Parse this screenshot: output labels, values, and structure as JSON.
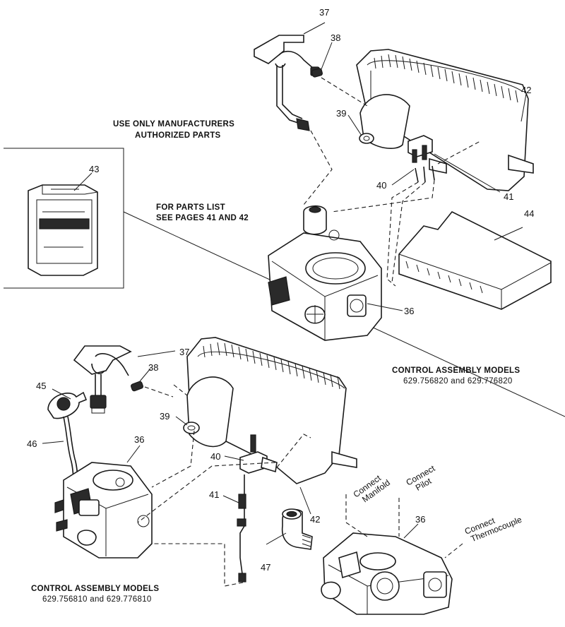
{
  "notes": {
    "authorized_line1": "USE ONLY MANUFACTURERS",
    "authorized_line2": "AUTHORIZED PARTS",
    "parts_list_line1": "FOR PARTS LIST",
    "parts_list_line2": "SEE PAGES 41 AND 42"
  },
  "assemblies": {
    "upper_title": "CONTROL ASSEMBLY MODELS",
    "upper_models": "629.756820 and 629.776820",
    "lower_title": "CONTROL ASSEMBLY MODELS",
    "lower_models": "629.756810 and 629.776810"
  },
  "connections": {
    "manifold_1": "Connect",
    "manifold_2": "Manifold",
    "pilot_1": "Connect",
    "pilot_2": "Pilot",
    "thermo_1": "Connect",
    "thermo_2": "Thermocouple"
  },
  "callouts": {
    "upper": [
      "37",
      "38",
      "39",
      "40",
      "41",
      "42",
      "43",
      "44",
      "36"
    ],
    "lower": [
      "37",
      "38",
      "45",
      "46",
      "36",
      "39",
      "40",
      "41",
      "42",
      "47",
      "36"
    ]
  }
}
